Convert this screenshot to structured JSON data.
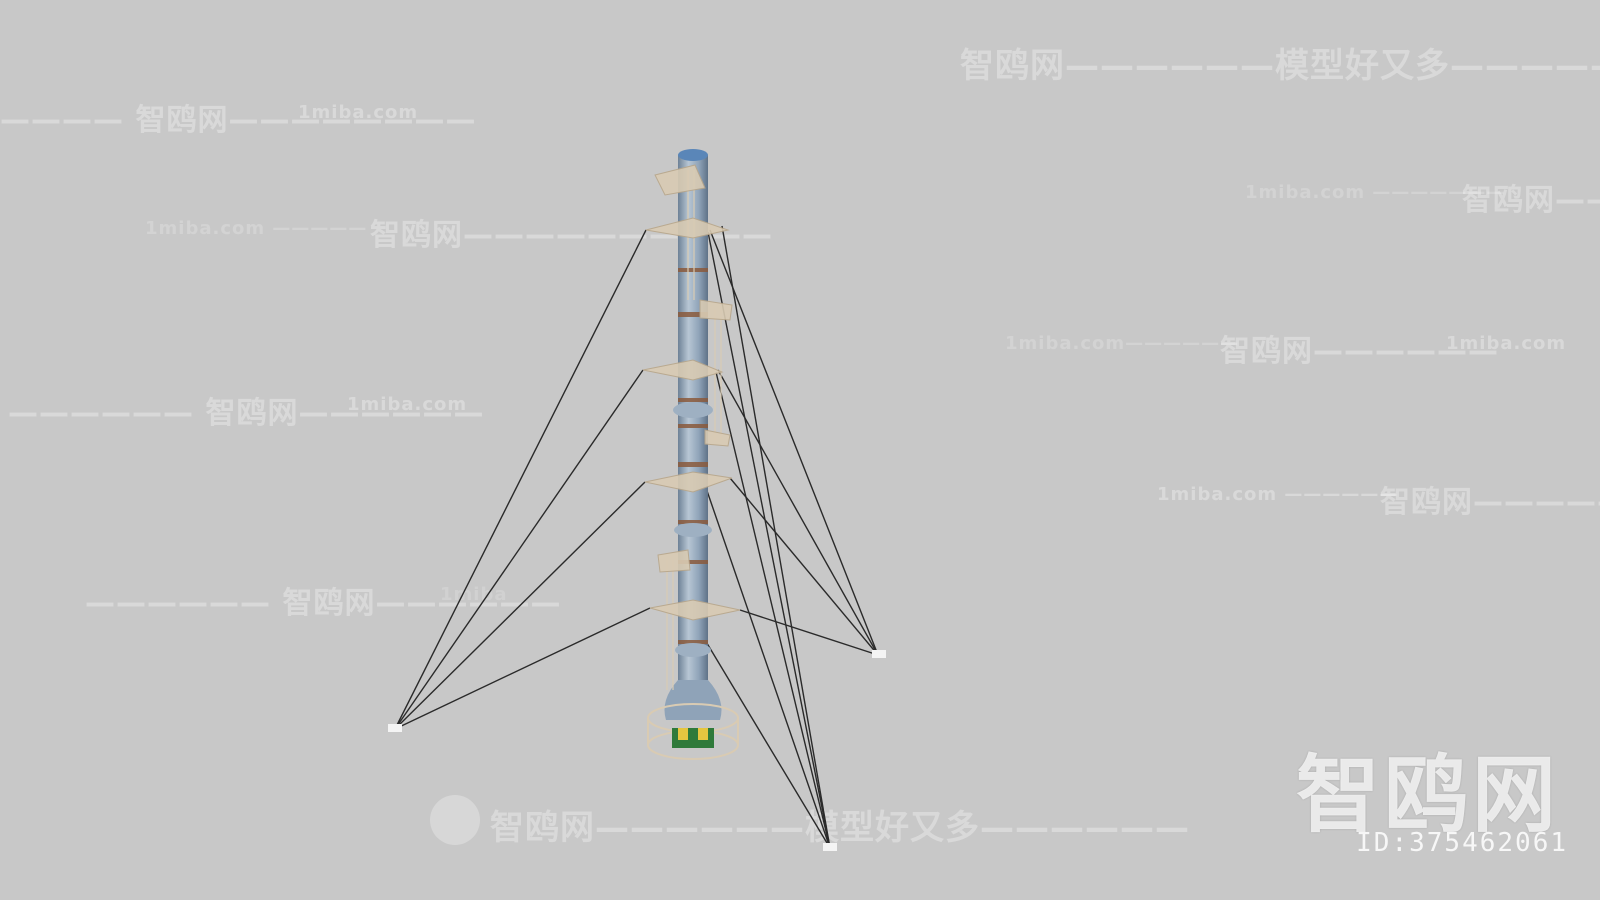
{
  "watermarks": {
    "top_right": "智鸥网——————模型好又多——————",
    "left_upper_brand": "———— 智鸥网————————",
    "left_upper_url": "1miba.com",
    "left_mid_url": "1miba.com —————",
    "left_mid_brand": "智鸥网——————————",
    "right_upper_url": "1miba.com ———————",
    "right_upper_brand": "智鸥网——",
    "center_right_url": "1miba.com——————",
    "center_right_brand": "智鸥网——————",
    "center_right_url2": "1miba.com",
    "left_lower_brand": "—————— 智鸥网——————",
    "left_lower_url": "1miba.com",
    "right_mid_url": "1miba.com ——————",
    "right_mid_brand": "智鸥网——————",
    "left_bottom_brand": "—————— 智鸥网——————",
    "left_bottom_url": "1miba",
    "bottom_center": "智鸥网——————模型好又多——————"
  },
  "brand": {
    "logo_text": "智鸥网",
    "id_text": "ID:375462061"
  },
  "scene": {
    "subject": "guyed stack tower",
    "background_color": "#c8c8c8",
    "column_color": "#8fa3b8",
    "rust_color": "#8a5a3c",
    "cable_color": "#2a2a2a",
    "platform_color": "#d9cbb3"
  }
}
